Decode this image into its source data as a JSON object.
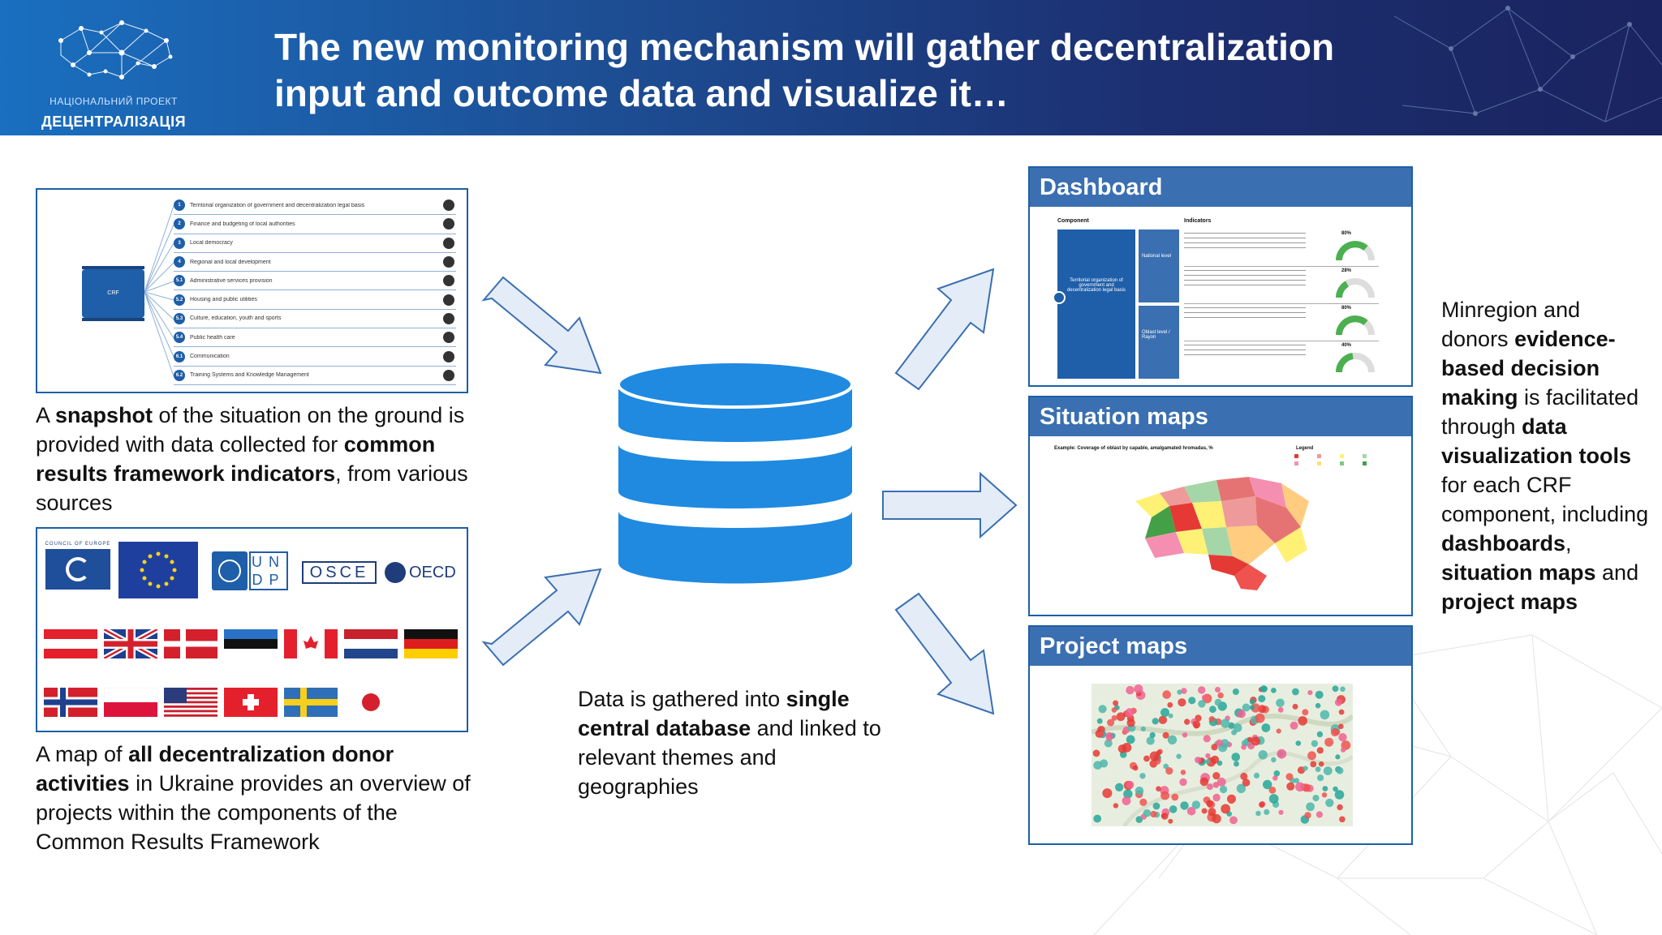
{
  "header": {
    "title": "The new monitoring mechanism will gather decentralization input and outcome data and visualize it…",
    "logo_sub": "НАЦІОНАЛЬНИЙ ПРОЕКТ",
    "logo_main": "ДЕЦЕНТРАЛІЗАЦІЯ"
  },
  "crf_panel": {
    "block_label": "CRF",
    "items": [
      {
        "num": "1",
        "text": "Territorial organization of government and decentralization legal basis"
      },
      {
        "num": "2",
        "text": "Finance and budgeting of local authorities"
      },
      {
        "num": "3",
        "text": "Local democracy"
      },
      {
        "num": "4",
        "text": "Regional and local development"
      },
      {
        "num": "5.1",
        "text": "Administrative services provision"
      },
      {
        "num": "5.2",
        "text": "Housing and public utilities"
      },
      {
        "num": "5.3",
        "text": "Culture, education, youth and sports"
      },
      {
        "num": "5.4",
        "text": "Public health care"
      },
      {
        "num": "6.1",
        "text": "Communication"
      },
      {
        "num": "6.2",
        "text": "Training Systems and Knowledge Management"
      }
    ]
  },
  "captions": {
    "snapshot": {
      "p1": "A ",
      "b1": "snapshot",
      "p2": " of the situation on the ground is provided with data collected for ",
      "b2": "common results framework indicators",
      "p3": ", from various sources"
    },
    "donors": {
      "p1": "A map of ",
      "b1": "all decentralization donor activities",
      "p2": " in Ukraine provides an overview of projects within the components of the Common Results Framework"
    },
    "database": {
      "p1": "Data is gathered into ",
      "b1": "single central database",
      "p2": " and linked to relevant themes and geographies"
    }
  },
  "donor_logos": {
    "coe": "COUNCIL OF EUROPE",
    "undp_un": "UN",
    "undp_dp": "DP",
    "osce": "OSCE",
    "oecd": "OECD"
  },
  "right_panels": {
    "dashboard": "Dashboard",
    "situation_maps": "Situation maps",
    "project_maps": "Project maps",
    "dashboard_inner": {
      "col_component": "Component",
      "col_indicators": "Indicators",
      "component_name": "Territorial organization of government and decentralization legal basis",
      "sub1": "National level",
      "sub2": "Oblast level / Rayon",
      "pct": [
        "80%",
        "28%",
        "80%",
        "40%"
      ]
    },
    "situation_inner": {
      "example": "Example: Coverage of oblast by capable, amalgamated hromadas, %",
      "legend": "Legend"
    }
  },
  "right_text": {
    "p1": "Minregion and donors ",
    "b1": "evidence-based decision making",
    "p2": " is facilitated through ",
    "b2": "data visualization tools",
    "p3": " for each CRF component, including ",
    "b3": "dashboards",
    "p4": ", ",
    "b4": "situation maps",
    "p5": " and ",
    "b5": "project maps"
  }
}
